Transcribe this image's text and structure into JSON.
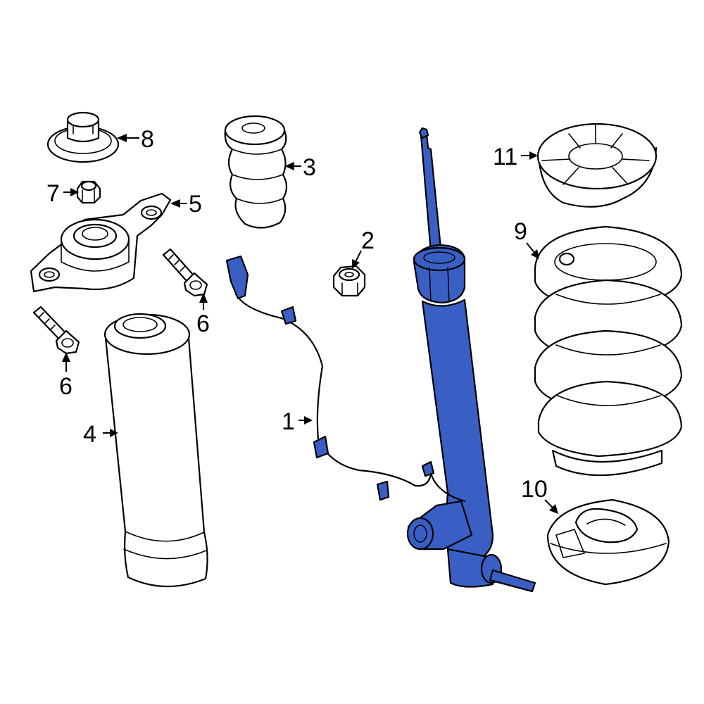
{
  "colors": {
    "highlight": "#3a5fc4",
    "outline": "#000000",
    "background": "#ffffff"
  },
  "callouts": {
    "c1": "1",
    "c2": "2",
    "c3": "3",
    "c4": "4",
    "c5": "5",
    "c6a": "6",
    "c6b": "6",
    "c7": "7",
    "c8": "8",
    "c9": "9",
    "c10": "10",
    "c11": "11"
  }
}
